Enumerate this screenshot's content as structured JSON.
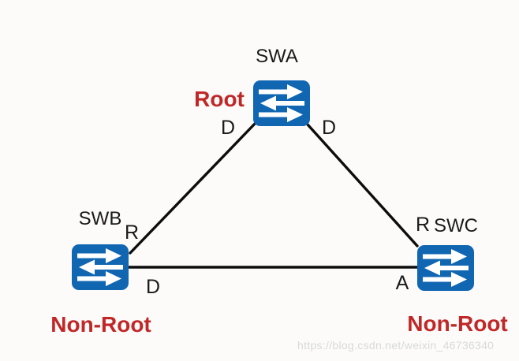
{
  "diagram": {
    "type": "network-topology",
    "topic": "STP triangle topology with root and non-root switches",
    "nodes": [
      {
        "id": "swa",
        "label": "SWA",
        "role": "Root"
      },
      {
        "id": "swb",
        "label": "SWB",
        "role": "Non-Root"
      },
      {
        "id": "swc",
        "label": "SWC",
        "role": "Non-Root"
      }
    ],
    "links": [
      {
        "from": "SWA",
        "to": "SWB",
        "from_port": "D",
        "to_port": "R"
      },
      {
        "from": "SWA",
        "to": "SWC",
        "from_port": "D",
        "to_port": "R"
      },
      {
        "from": "SWB",
        "to": "SWC",
        "from_port": "D",
        "to_port": "A"
      }
    ],
    "port_labels": {
      "swa_to_swb": "D",
      "swa_to_swc": "D",
      "swb_to_swa": "R",
      "swb_to_swc": "D",
      "swc_to_swa": "R",
      "swc_to_swb": "A"
    }
  },
  "watermark": "https://blog.csdn.net/weixin_46736340",
  "colors": {
    "switch_blue": "#1166b2",
    "role_red": "#c02828",
    "link_black": "#0d0d0d",
    "background": "#fcfbfa",
    "watermark_gray": "#d9d9d9"
  }
}
